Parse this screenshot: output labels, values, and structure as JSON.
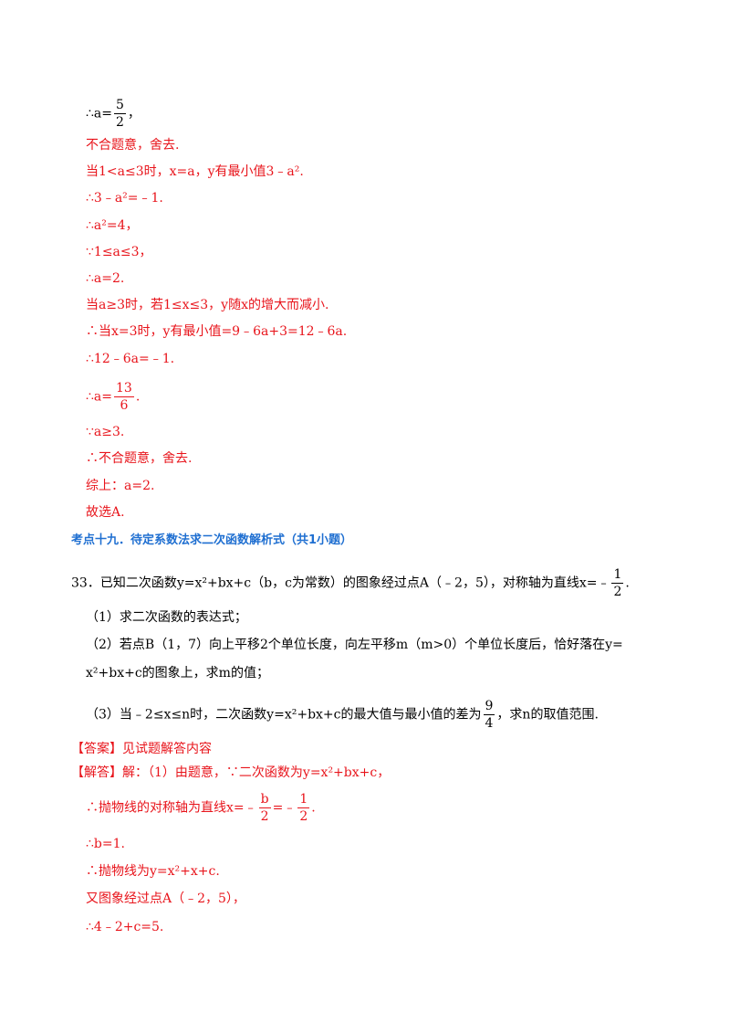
{
  "solution_part1": {
    "l1_prefix": "∴a=",
    "l1_num": "5",
    "l1_den": "2",
    "l1_suffix": "，",
    "l2": "不合题意，舍去.",
    "l3": "当1<a≤3时，x=a，y有最小值3﹣a².",
    "l4": "∴3﹣a²=﹣1.",
    "l5": "∴a²=4，",
    "l6": "∵1≤a≤3，",
    "l7": "∴a=2.",
    "l8": "当a≥3时，若1≤x≤3，y随x的增大而减小.",
    "l9": "∴当x=3时，y有最小值=9﹣6a+3=12﹣6a.",
    "l10": "∴12﹣6a=﹣1.",
    "l11_prefix": "∴a=",
    "l11_num": "13",
    "l11_den": "6",
    "l11_suffix": ".",
    "l12": "∵a≥3.",
    "l13": "∴不合题意，舍去.",
    "l14": "综上：a=2.",
    "l15": "故选A."
  },
  "section_title": "考点十九．待定系数法求二次函数解析式（共1小题）",
  "question": {
    "q_main": "33．已知二次函数y=x²+bx+c（b，c为常数）的图象经过点A（﹣2，5），对称轴为直线x=﹣",
    "q_main_num": "1",
    "q_main_den": "2",
    "q_main_suffix": ".",
    "p1": "（1）求二次函数的表达式；",
    "p2a": "（2）若点B（1，7）向上平移2个单位长度，向左平移m（m>0）个单位长度后，恰好落在y=",
    "p2b": "x²+bx+c的图象上，求m的值；",
    "p3_prefix": "（3）当﹣2≤x≤n时，二次函数y=x²+bx+c的最大值与最小值的差为",
    "p3_num": "9",
    "p3_den": "4",
    "p3_suffix": "，求n的取值范围."
  },
  "answer": {
    "a1": "【答案】见试题解答内容",
    "a2": "【解答】解：（1）由题意，∵二次函数为y=x²+bx+c，",
    "a3_prefix": "∴抛物线的对称轴为直线x=﹣",
    "a3_num1": "b",
    "a3_den1": "2",
    "a3_mid": "=﹣",
    "a3_num2": "1",
    "a3_den2": "2",
    "a3_suffix": ".",
    "a4": "∴b=1.",
    "a5": "∴抛物线为y=x²+x+c.",
    "a6": "又图象经过点A（﹣2，5），",
    "a7": "∴4﹣2+c=5."
  }
}
